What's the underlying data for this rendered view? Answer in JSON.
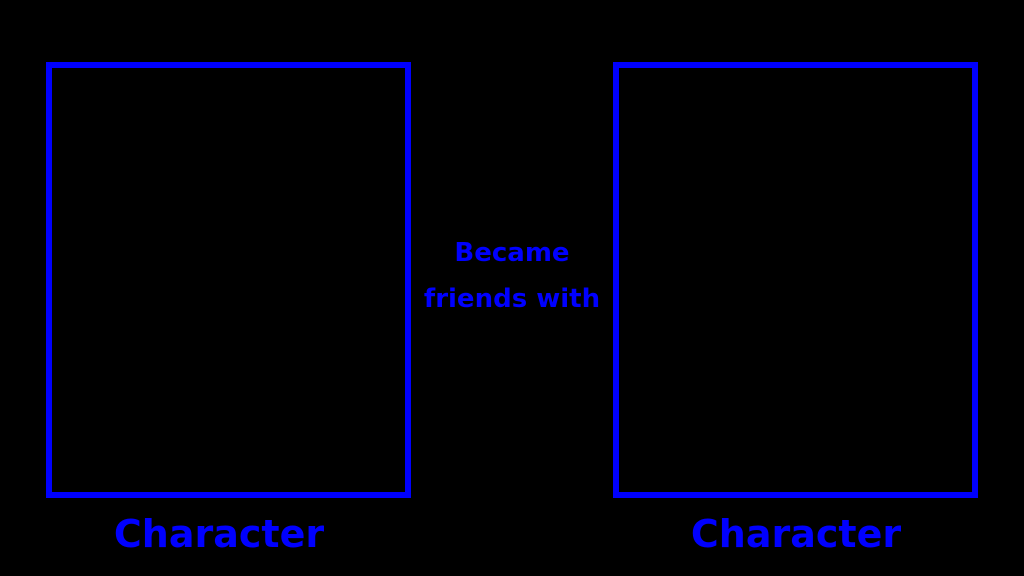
{
  "colors": {
    "background": "#000000",
    "accent": "#0000FF"
  },
  "left_panel": {
    "caption": "Character"
  },
  "right_panel": {
    "caption": "Character"
  },
  "center": {
    "line1": "Became",
    "line2": "friends with"
  }
}
